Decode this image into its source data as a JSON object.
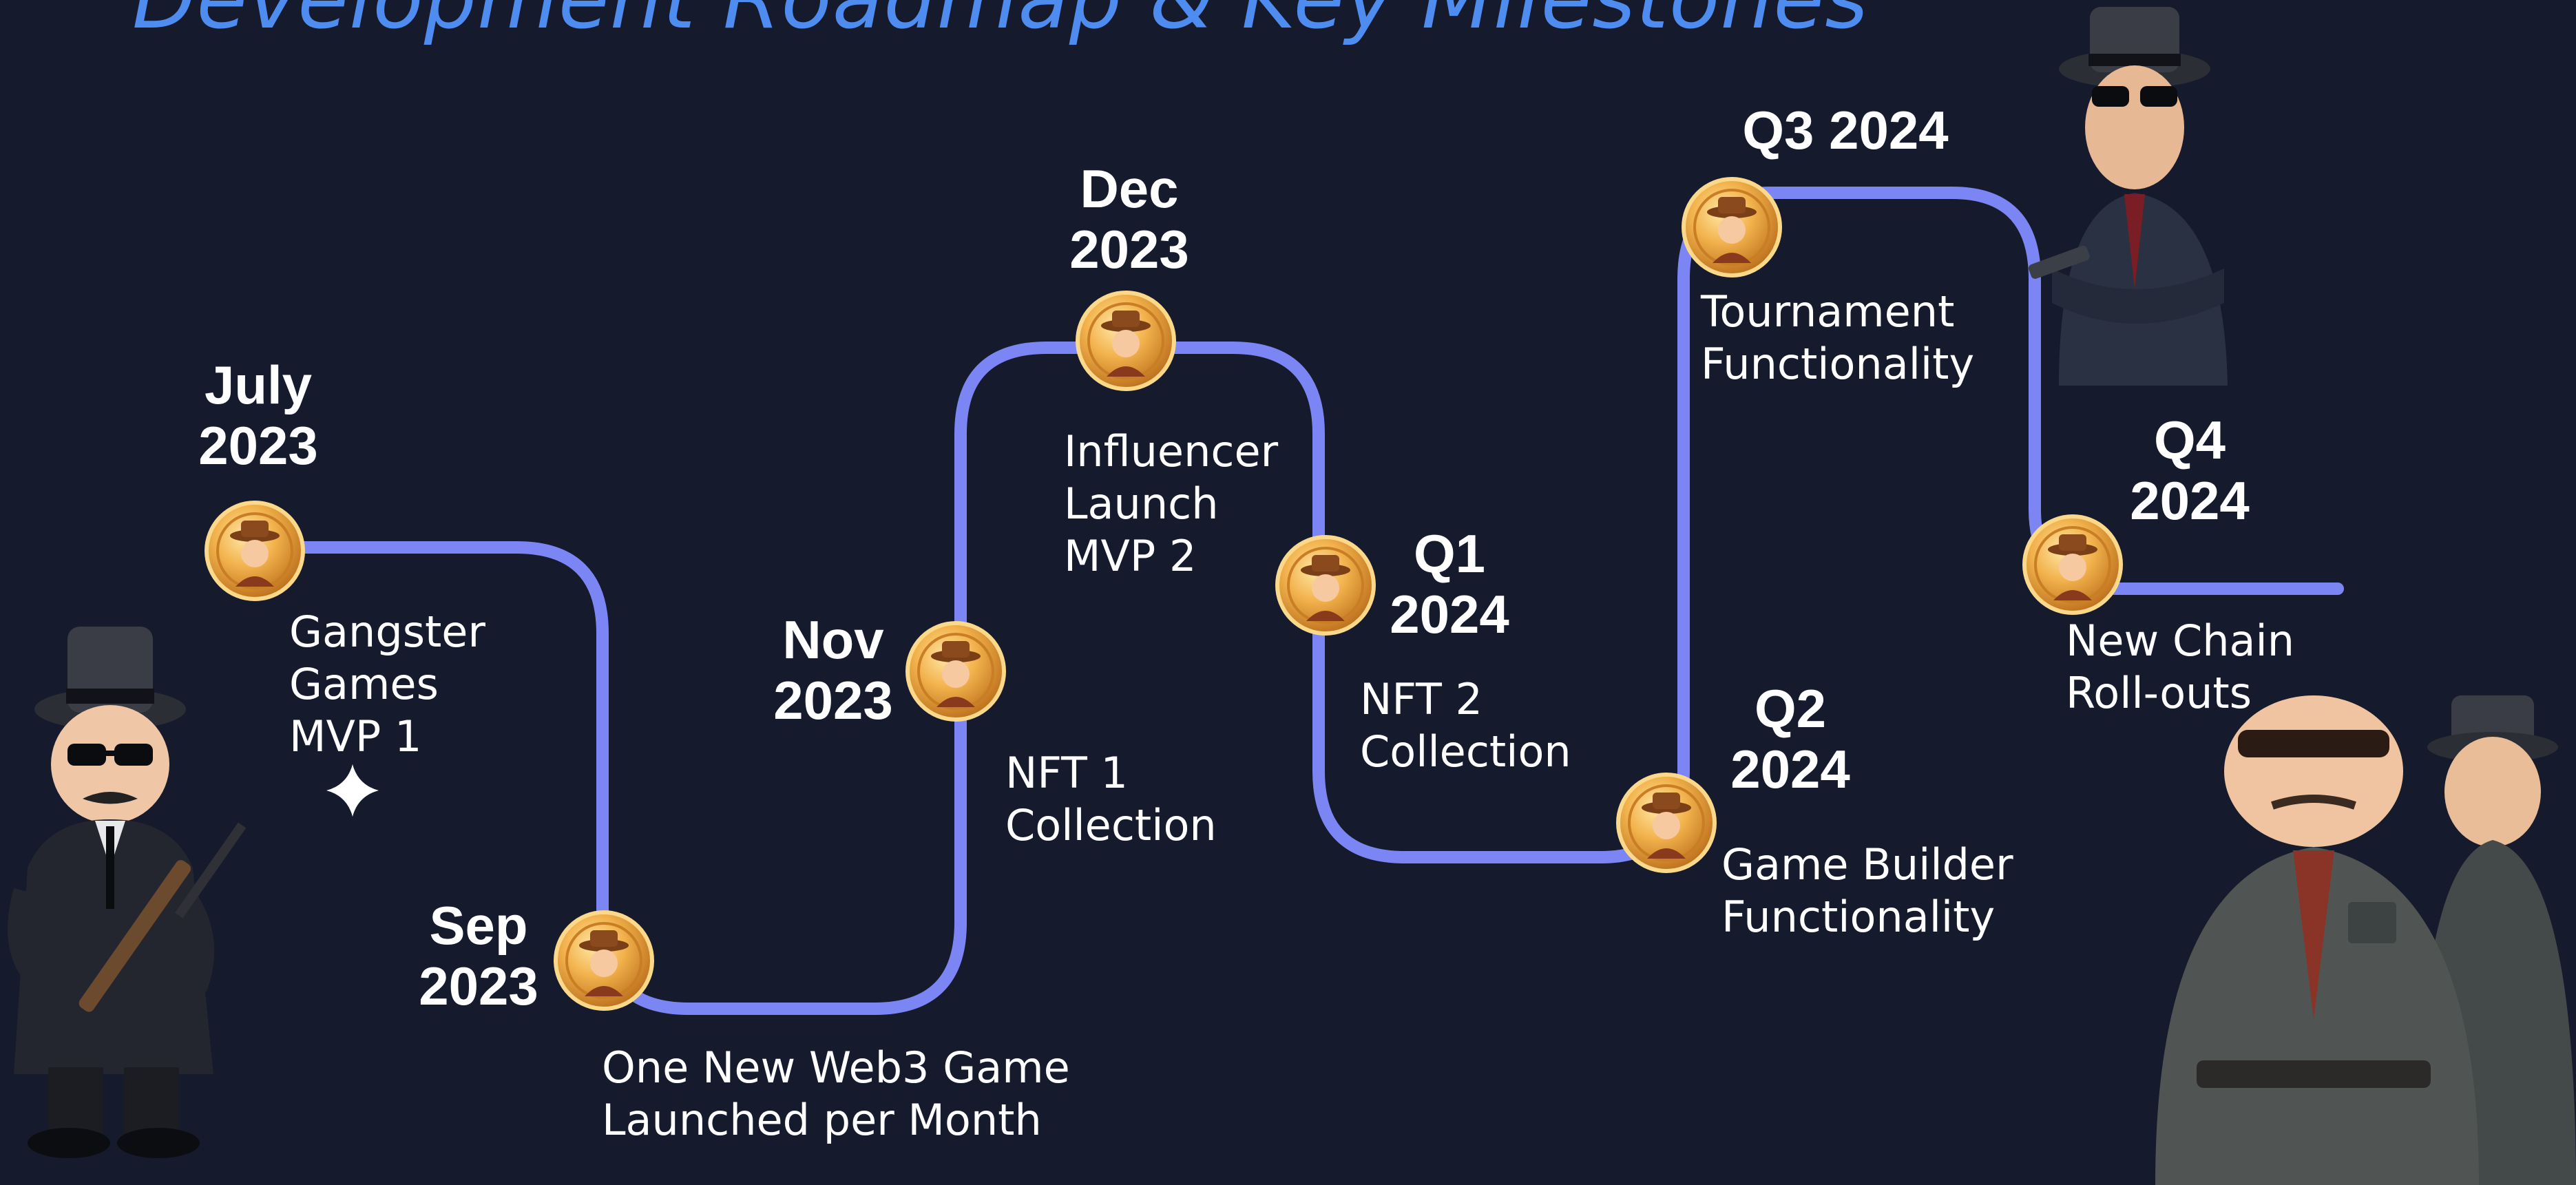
{
  "title": "Development Roadmap & Key Milestones",
  "colors": {
    "background": "#151a2c",
    "path": "#7b86f4",
    "title": "#4f8cf0",
    "coin": "#e8a33c",
    "text": "#ffffff"
  },
  "milestones": [
    {
      "date": [
        "July",
        "2023"
      ],
      "description": [
        "Gangster",
        "Games",
        "MVP 1"
      ]
    },
    {
      "date": [
        "Sep",
        "2023"
      ],
      "description": [
        "One New Web3 Game",
        "Launched per Month"
      ]
    },
    {
      "date": [
        "Nov",
        "2023"
      ],
      "description": [
        "NFT 1",
        "Collection"
      ]
    },
    {
      "date": [
        "Dec",
        "2023"
      ],
      "description": [
        "Influencer",
        "Launch",
        "MVP 2"
      ]
    },
    {
      "date": [
        "Q1",
        "2024"
      ],
      "description": [
        "NFT 2",
        "Collection"
      ]
    },
    {
      "date": [
        "Q2",
        "2024"
      ],
      "description": [
        "Game Builder",
        "Functionality"
      ]
    },
    {
      "date": [
        "Q3 2024"
      ],
      "description": [
        "Tournament",
        "Functionality"
      ]
    },
    {
      "date": [
        "Q4",
        "2024"
      ],
      "description": [
        "New Chain",
        "Roll-outs"
      ]
    }
  ]
}
